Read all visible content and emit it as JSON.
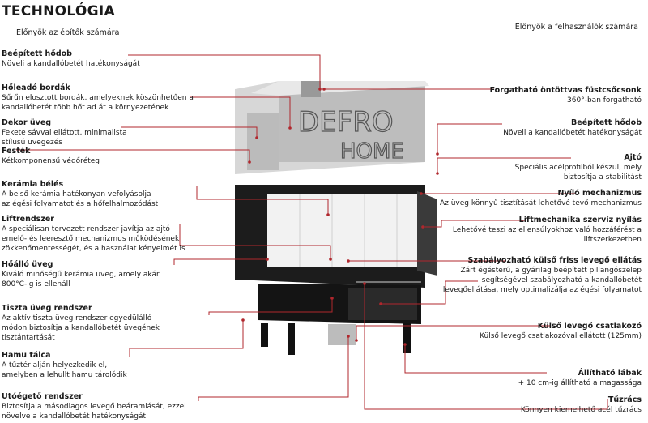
{
  "header": {
    "title": "TECHNOLÓGIA",
    "left_subtitle": "Előnyök az építők számára",
    "right_subtitle": "Előnyök a felhasználók számára"
  },
  "colors": {
    "accent": "#b0272d",
    "text": "#1a1a1a",
    "steel": "#c9c9c9",
    "body": "#1c1c1c"
  },
  "product": {
    "logo_line1": "DEFRO",
    "logo_line2": "HOME"
  },
  "left_features": [
    {
      "title": "Beépített hődob",
      "lines": [
        "Növeli a kandallóbetét hatékonyságát"
      ]
    },
    {
      "title": "Hőleadó bordák",
      "lines": [
        "Sűrűn elosztott bordák, amelyeknek köszönhetően a",
        "kandallóbetét több hőt ad át a környezetének"
      ]
    },
    {
      "title": "Dekor üveg",
      "lines": [
        "Fekete sávval ellátott, minimalista",
        "stílusú üvegezés"
      ]
    },
    {
      "title": "Festék",
      "lines": [
        "Kétkomponensű védőréteg"
      ]
    },
    {
      "title": "Kerámia bélés",
      "lines": [
        "A belső kerámia hatékonyan vefolyásolja",
        "az égési folyamatot és a hőfelhalmozódást"
      ]
    },
    {
      "title": "Liftrendszer",
      "lines": [
        "A speciálisan tervezett rendszer javítja az ajtó",
        "emelő- és leeresztő mechanizmus működésének",
        "zökkenőmentességét, és a használat kényelmét is"
      ]
    },
    {
      "title": "Hőálló üveg",
      "lines": [
        "Kiváló minőségű kerámia üveg, amely akár",
        "800°C-ig is ellenáll"
      ]
    },
    {
      "title": "Tiszta üveg rendszer",
      "lines": [
        "Az aktív tiszta üveg rendszer egyedülálló",
        "módon biztosítja a kandallóbetét üvegének",
        "tisztántartását"
      ]
    },
    {
      "title": "Hamu tálca",
      "lines": [
        "A tűztér alján helyezkedik el,",
        "amelyben a lehullt hamu tárolódik"
      ]
    },
    {
      "title": "Utóégető rendszer",
      "lines": [
        "Biztosítja a másodlagos levegő beáramlását, ezzel",
        "növelve a kandallóbetét hatékonyságát"
      ]
    }
  ],
  "right_features": [
    {
      "title": "Forgatható öntöttvas füstcsőcsonk",
      "lines": [
        "360°-ban forgatható"
      ]
    },
    {
      "title": "Beépített hődob",
      "lines": [
        "Növeli a kandallóbetét hatékonyságát"
      ]
    },
    {
      "title": "Ajtó",
      "lines": [
        "Speciális acélprofilból készül, mely",
        "biztosítja a stabilitást"
      ]
    },
    {
      "title": "Nyíló mechanizmus",
      "lines": [
        "Az üveg könnyű tisztítását lehetővé tevő mechanizmus"
      ]
    },
    {
      "title": "Liftmechanika szervíz nyílás",
      "lines": [
        "Lehetővé teszi az ellensúlyokhoz való hozzáférést a",
        "liftszerkezetben"
      ]
    },
    {
      "title": "Szabályozható külső friss levegő ellátás",
      "lines": [
        "Zárt égésterű, a gyárilag beépített pillangószelep",
        "segítségével szabályozható a kandallóbetét",
        "levegőellátása, mely optimalizálja az égési folyamatot"
      ]
    },
    {
      "title": "Külső levegő csatlakozó",
      "lines": [
        "Külső levegő csatlakozóval ellátott (125mm)"
      ]
    },
    {
      "title": "Állítható lábak",
      "lines": [
        "+ 10 cm-ig állítható a magasságа"
      ]
    },
    {
      "title": "Tűzrács",
      "lines": [
        "Könnyen kiemelhető acél tűzrács"
      ]
    }
  ]
}
